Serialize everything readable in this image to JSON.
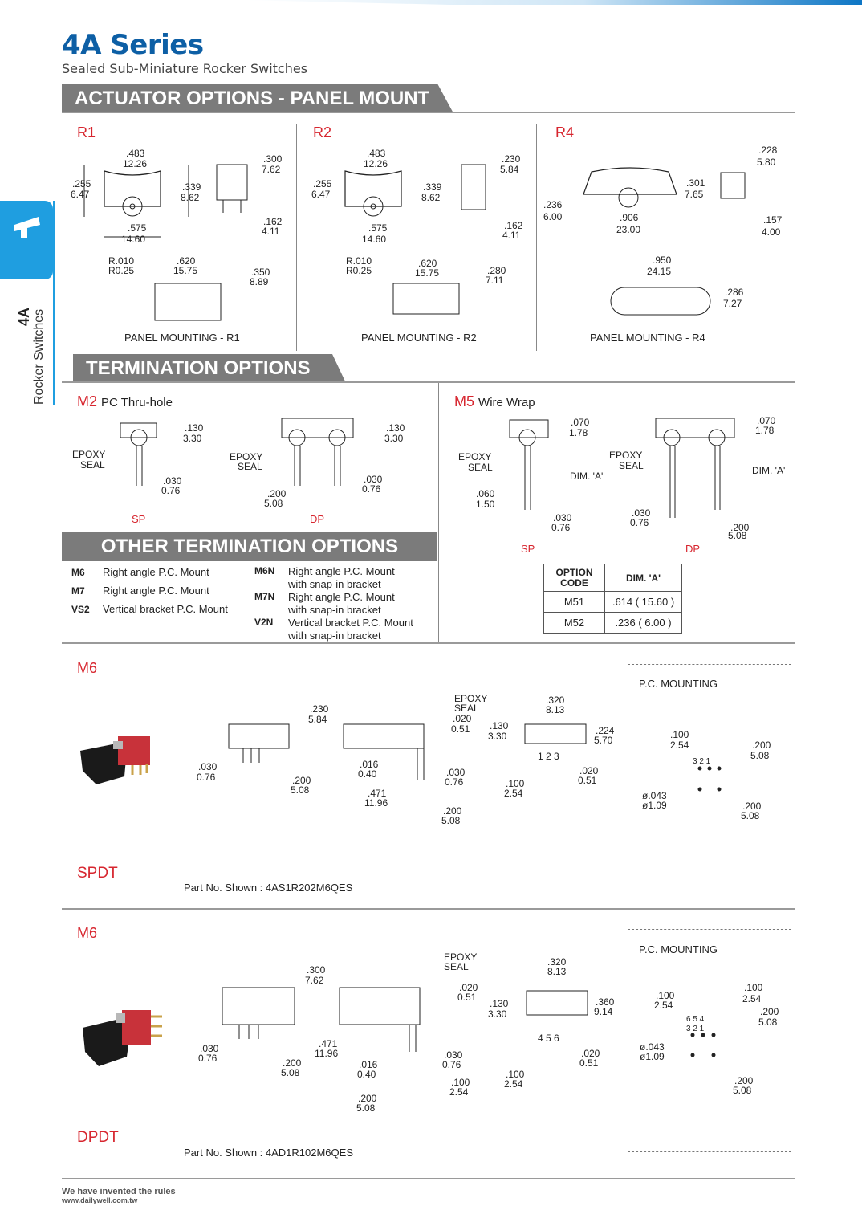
{
  "header": {
    "title": "4A Series",
    "subtitle": "Sealed Sub-Miniature Rocker Switches",
    "accent": "#1f9ee0"
  },
  "side": {
    "code": "4A",
    "label": "Rocker Switches"
  },
  "actuator": {
    "heading": "ACTUATOR  OPTIONS - PANEL MOUNT",
    "r1": {
      "name": "R1",
      "panel_label": "PANEL  MOUNTING  -  R1"
    },
    "r2": {
      "name": "R2",
      "panel_label": "PANEL  MOUNTING  -  R2"
    },
    "r4": {
      "name": "R4",
      "panel_label": "PANEL  MOUNTING  -  R4"
    }
  },
  "termination": {
    "heading": "TERMINATION OPTIONS",
    "m2_code": "M2",
    "m2_desc": "PC Thru-hole",
    "m5_code": "M5",
    "m5_desc": "Wire Wrap",
    "sp": "SP",
    "dp": "DP"
  },
  "other": {
    "heading": "OTHER  TERMINATION  OPTIONS",
    "left": [
      {
        "code": "M6",
        "desc": "Right angle P.C. Mount"
      },
      {
        "code": "M7",
        "desc": "Right angle P.C. Mount"
      },
      {
        "code": "VS2",
        "desc": "Vertical bracket P.C. Mount"
      }
    ],
    "right": [
      {
        "code": "M6N",
        "desc": "Right angle P.C. Mount",
        "desc2": "with snap-in bracket"
      },
      {
        "code": "M7N",
        "desc": "Right angle P.C. Mount",
        "desc2": "with snap-in bracket"
      },
      {
        "code": "V2N",
        "desc": "Vertical bracket P.C. Mount",
        "desc2": "with snap-in bracket"
      }
    ]
  },
  "option_table": {
    "h1": "OPTION CODE",
    "h2": "DIM. 'A'",
    "rows": [
      {
        "code": "M51",
        "dim": ".614 ( 15.60 )"
      },
      {
        "code": "M52",
        "dim": ".236 ( 6.00 )"
      }
    ]
  },
  "m6_spdt": {
    "code": "M6",
    "type": "SPDT",
    "part": "Part No. Shown : 4AS1R202M6QES",
    "pc": "P.C. MOUNTING"
  },
  "m6_dpdt": {
    "code": "M6",
    "type": "DPDT",
    "part": "Part No. Shown : 4AD1R102M6QES",
    "pc": "P.C. MOUNTING"
  },
  "footer": {
    "tagline": "We have invented the rules",
    "url": "www.dailywell.com.tw"
  }
}
